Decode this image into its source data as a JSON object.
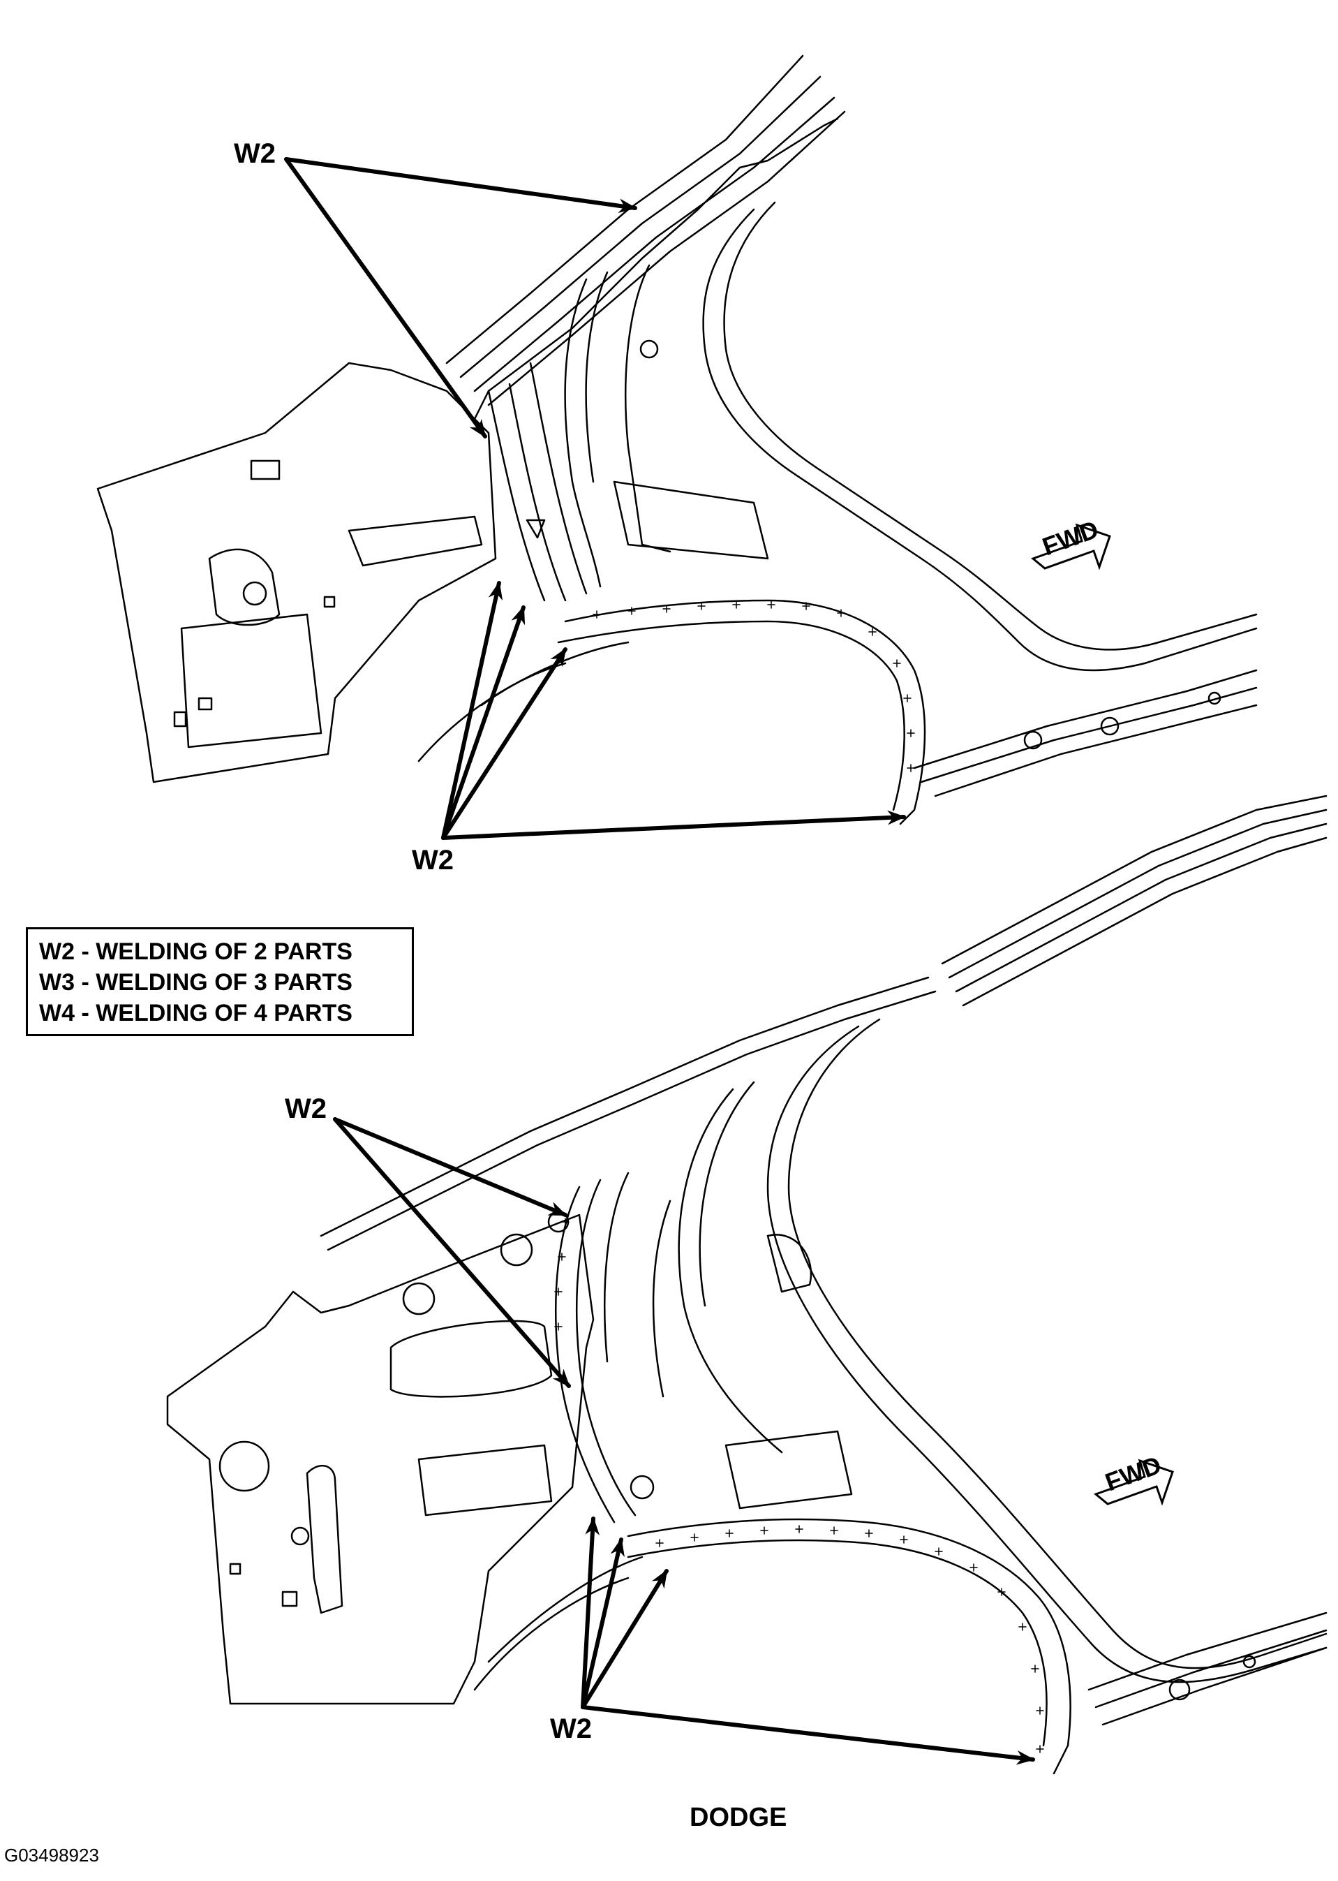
{
  "callouts": {
    "top_upper": "W2",
    "top_lower": "W2",
    "bottom_upper": "W2",
    "bottom_lower": "W2"
  },
  "legend": {
    "items": [
      "W2 - WELDING OF 2 PARTS",
      "W3 - WELDING OF 3 PARTS",
      "W4 - WELDING OF 4 PARTS"
    ]
  },
  "direction": {
    "top": "FWD",
    "bottom": "FWD"
  },
  "caption": "DODGE",
  "figure_code": "G03498923"
}
